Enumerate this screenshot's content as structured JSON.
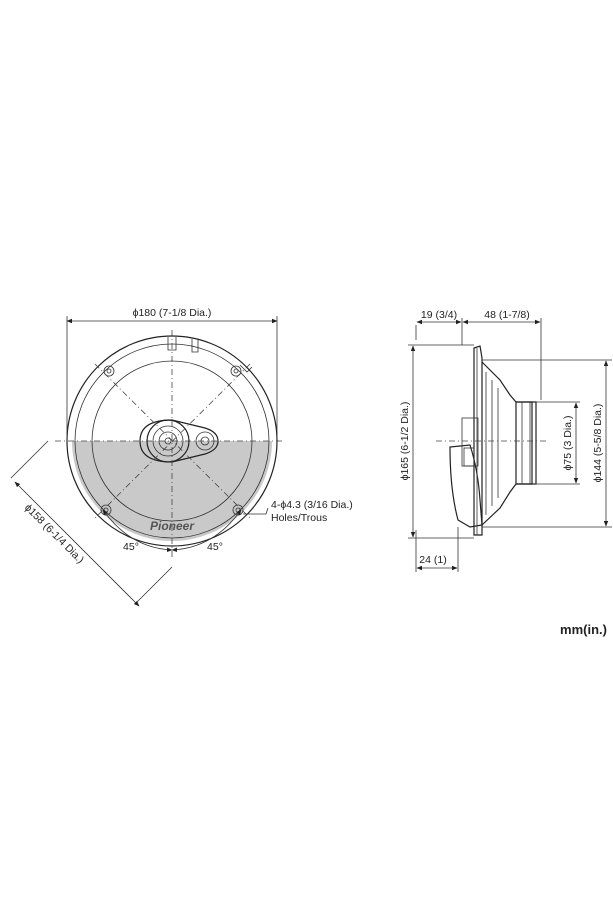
{
  "front_view": {
    "outer_diameter_label": "ϕ180 (7-1/8 Dia.)",
    "cutout_diameter_label": "ϕ158 (6-1/4 Dia.)",
    "angle_left_label": "45°",
    "angle_right_label": "45°",
    "holes_label_line1": "4-ϕ4.3 (3/16 Dia.)",
    "holes_label_line2": "Holes/Trous",
    "logo_text": "Pioneer"
  },
  "side_view": {
    "flange_depth_label": "19 (3/4)",
    "mount_depth_label": "48 (1-7/8)",
    "grille_depth_label": "24 (1)",
    "grille_diameter_label": "ϕ165 (6-1/2 Dia.)",
    "magnet_diameter_label": "ϕ75 (3 Dia.)",
    "basket_diameter_label": "ϕ144 (5-5/8 Dia.)"
  },
  "units_label": "mm(in.)",
  "colors": {
    "line": "#222222",
    "shade": "#c9c9c9",
    "background": "#ffffff"
  }
}
